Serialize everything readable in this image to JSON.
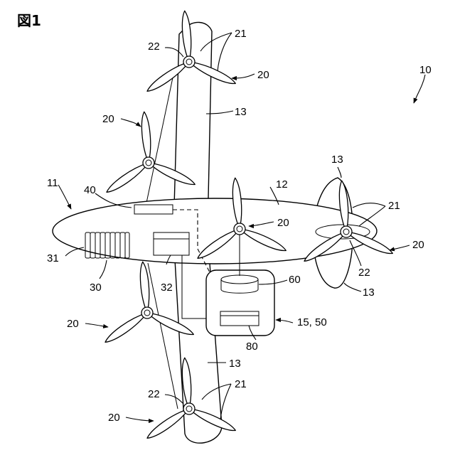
{
  "figure": {
    "title": "図1",
    "labels": {
      "aircraft": "10",
      "fuselage": "11",
      "main_wing": "12",
      "sub_wing": "13",
      "propulsion": "20",
      "propeller": "21",
      "motor": "22",
      "battery": "30",
      "cell": "31",
      "controller": "32",
      "sensor": "40",
      "generator": "60",
      "unit": "15, 50",
      "converter": "80"
    }
  }
}
